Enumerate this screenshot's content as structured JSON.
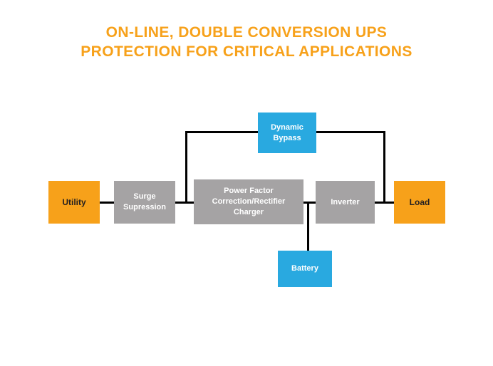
{
  "title": {
    "line1": "ON-LINE, DOUBLE CONVERSION UPS",
    "line2": "PROTECTION FOR CRITICAL APPLICATIONS"
  },
  "colors": {
    "title_orange": "#F7A11A",
    "node_orange": "#F7A11A",
    "node_gray": "#A5A3A4",
    "node_blue": "#29A9E0",
    "connector_black": "#000000",
    "orange_node_text": "#231F20",
    "node_text": "#FFFFFF",
    "background": "#FFFFFF"
  },
  "nodes": {
    "utility": {
      "label": "Utility",
      "color": "#F7A11A"
    },
    "surge": {
      "label": "Surge Supression",
      "color": "#A5A3A4"
    },
    "pfc": {
      "label": "Power Factor Correction/Rectifier Charger",
      "color": "#A5A3A4"
    },
    "inverter": {
      "label": "Inverter",
      "color": "#A5A3A4"
    },
    "load": {
      "label": "Load",
      "color": "#F7A11A"
    },
    "dynamic_bypass": {
      "label": "Dynamic Bypass",
      "color": "#29A9E0"
    },
    "battery": {
      "label": "Battery",
      "color": "#29A9E0"
    }
  },
  "connections": [
    {
      "from": "utility",
      "to": "surge"
    },
    {
      "from": "surge",
      "to": "pfc"
    },
    {
      "from": "pfc",
      "to": "inverter"
    },
    {
      "from": "inverter",
      "to": "load"
    },
    {
      "from": "surge",
      "to": "dynamic_bypass",
      "path": "up-and-over bypass"
    },
    {
      "from": "dynamic_bypass",
      "to": "load",
      "path": "over-and-down bypass"
    },
    {
      "from": "pfc",
      "to": "battery",
      "path": "down"
    }
  ]
}
